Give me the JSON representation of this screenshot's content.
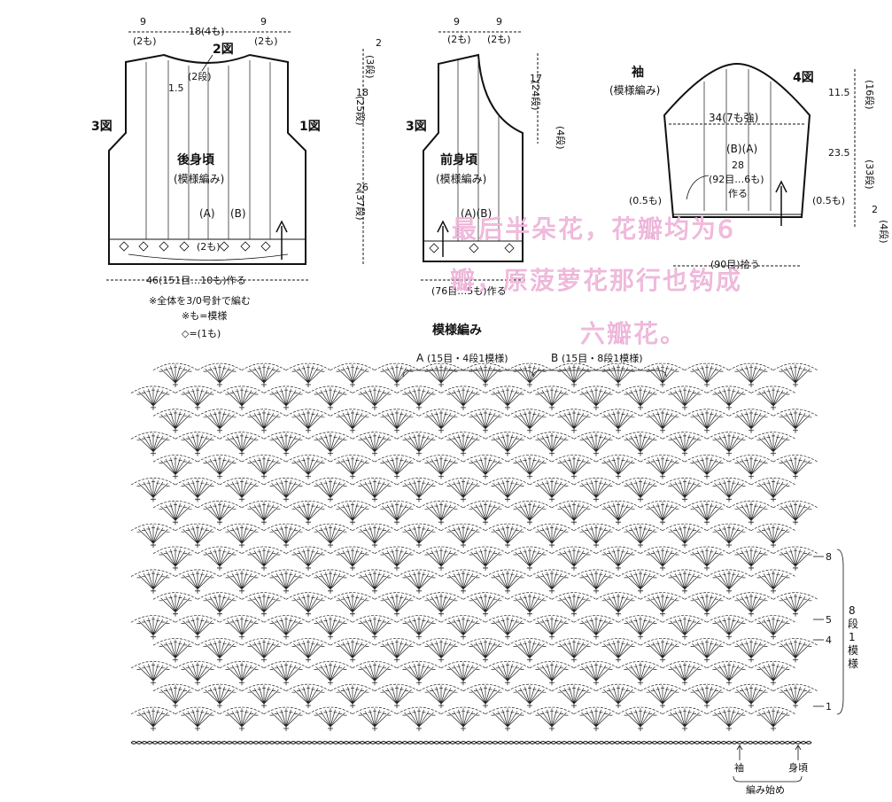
{
  "back": {
    "top_dims": [
      "9",
      "18(4も)",
      "9"
    ],
    "top_sub": [
      "(2も)",
      "(2も)"
    ],
    "fig2": "2図",
    "neck_depth": "1.5",
    "neck_rows": "(2段)",
    "fig3": "3図",
    "fig1": "1図",
    "title": "後身頃",
    "subtitle": "(模様編み)",
    "a": "(A)",
    "b": "(B)",
    "bottom_note": "(2も)",
    "bottom_dim": "46(151目…10も)作る",
    "right_dims": [
      {
        "cm": "2",
        "rows": "(3段)"
      },
      {
        "cm": "18",
        "rows": "(25段)"
      },
      {
        "cm": "26",
        "rows": "(37段)"
      }
    ],
    "note1": "※全体を3/0号針で編む",
    "note2": "※も=模様",
    "note3": "◇=(1も)"
  },
  "front": {
    "top_dims": [
      "9",
      "9"
    ],
    "top_sub": [
      "(2も)",
      "(2も)"
    ],
    "fig3": "3図",
    "title": "前身頃",
    "subtitle": "(模様編み)",
    "ab": "(A)(B)",
    "bottom_dim": "(76目…5も)作る",
    "right_dims": [
      {
        "cm": "17",
        "rows": "(24段)"
      },
      {
        "cm": "",
        "rows": "(4段)"
      }
    ]
  },
  "sleeve": {
    "title": "袖",
    "subtitle": "(模様編み)",
    "fig4": "4図",
    "top_dim": "34(7も強)",
    "ba": "(B)(A)",
    "dim28": "28",
    "inc": "(92目…6も)",
    "make": "作る",
    "left_edge": "(0.5も)",
    "right_edge": "(0.5も)",
    "bottom_dim": "(90目)拾う",
    "right_dims": [
      {
        "cm": "11.5",
        "rows": "(16段)"
      },
      {
        "cm": "23.5",
        "rows": "(33段)"
      },
      {
        "cm": "2",
        "rows": "(4段)"
      }
    ]
  },
  "overlay": {
    "lines": [
      "最后半朵花，花瓣均为6",
      "瓣，原菠萝花那行也钩成",
      "六瓣花。"
    ]
  },
  "chart": {
    "title": "模様編み",
    "label_a": "A",
    "label_a_sub": "(15目・4段1模様)",
    "label_b": "B",
    "label_b_sub": "(15目・8段1模様)",
    "row_marks": [
      "8",
      "5",
      "4",
      "1"
    ],
    "repeat": [
      "8",
      "段",
      "1",
      "模",
      "様"
    ],
    "bottom_sleeve": "袖",
    "bottom_body": "身頃",
    "start": "編み始め"
  }
}
